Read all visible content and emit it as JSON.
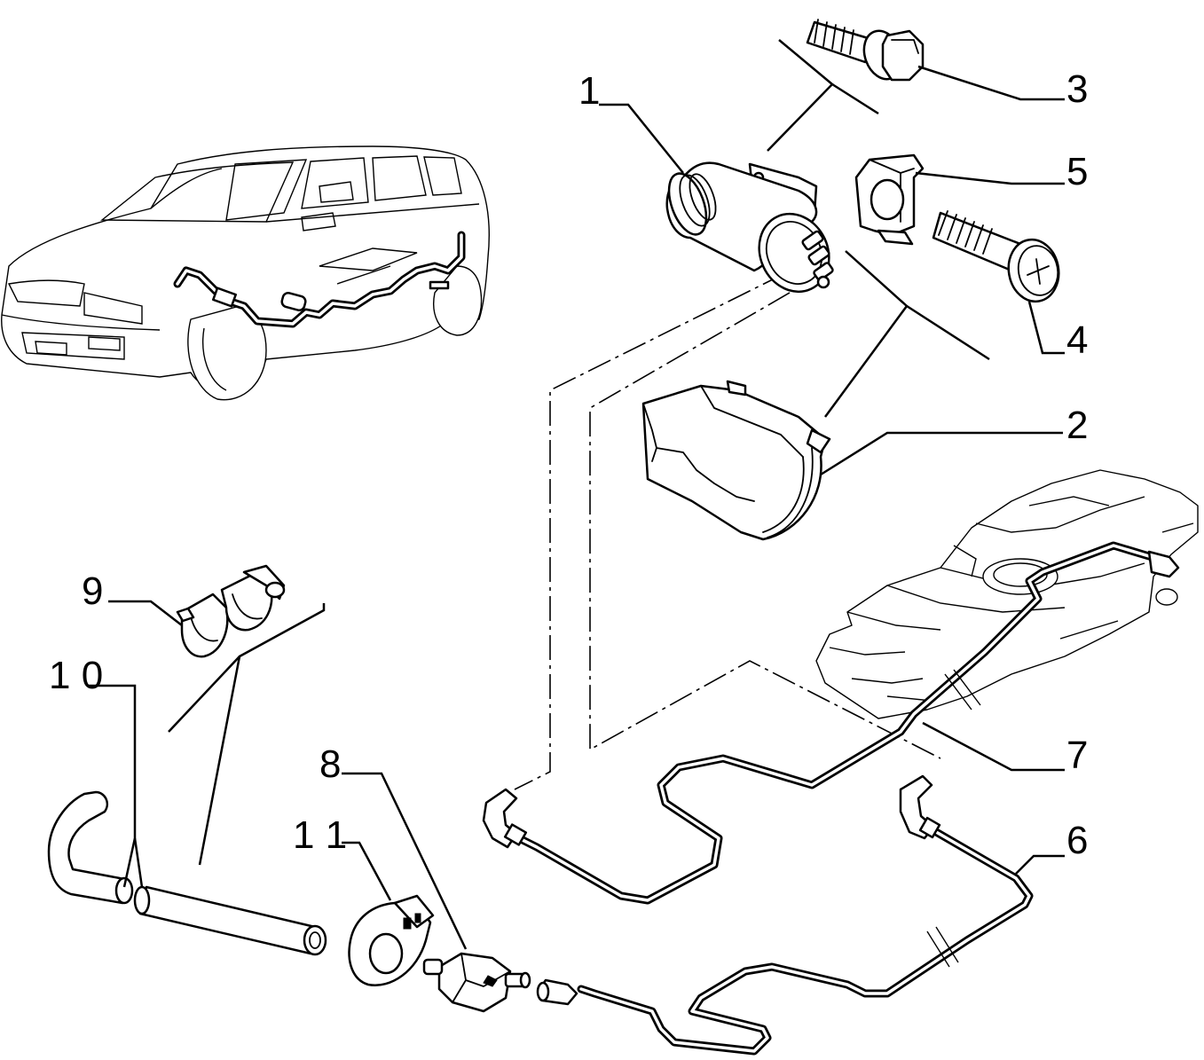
{
  "diagram": {
    "colors": {
      "ink": "#000000",
      "paper": "#ffffff"
    },
    "callouts": [
      {
        "id": "1",
        "text": "1"
      },
      {
        "id": "2",
        "text": "2"
      },
      {
        "id": "3",
        "text": "3"
      },
      {
        "id": "4",
        "text": "4"
      },
      {
        "id": "5",
        "text": "5"
      },
      {
        "id": "6",
        "text": "6"
      },
      {
        "id": "7",
        "text": "7"
      },
      {
        "id": "8",
        "text": "8"
      },
      {
        "id": "9",
        "text": "9"
      },
      {
        "id": "10",
        "text": "1 0"
      },
      {
        "id": "11",
        "text": "1 1"
      }
    ],
    "parts": [
      "vehicle-overview",
      "canister",
      "canister-cover",
      "flange-bolt",
      "screw",
      "clip-nut",
      "pipe-rear",
      "pipe-front",
      "valve",
      "hose-clip",
      "hose",
      "valve-bracket",
      "fuel-tank"
    ]
  }
}
